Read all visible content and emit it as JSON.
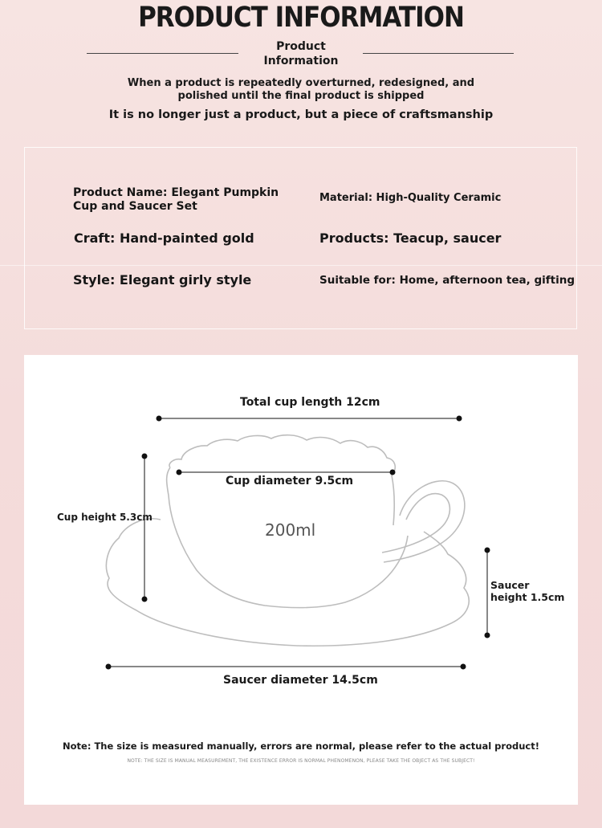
{
  "header": {
    "title": "PRODUCT INFORMATION",
    "subtitle_line1": "Product",
    "subtitle_line2": "Information",
    "intro_line1": "When a product is repeatedly overturned, redesigned, and",
    "intro_line2": "polished until the final product is shipped",
    "tagline": "It is no longer just a product, but a piece of craftsmanship"
  },
  "specs": {
    "name_line1": "Product Name: Elegant Pumpkin",
    "name_line2": "Cup and Saucer Set",
    "material": "Material: High-Quality Ceramic",
    "craft": "Craft: Hand-painted gold",
    "products": "Products: Teacup, saucer",
    "style": "Style: Elegant girly style",
    "suitable": "Suitable for: Home, afternoon tea, gifting"
  },
  "dimensions": {
    "total_length": "Total cup length 12cm",
    "cup_diameter": "Cup diameter 9.5cm",
    "cup_height": "Cup height 5.3cm",
    "capacity": "200ml",
    "saucer_height_line1": "Saucer",
    "saucer_height_line2": "height 1.5cm",
    "saucer_diameter": "Saucer diameter 14.5cm"
  },
  "notes": {
    "note": "Note: The size is measured manually, errors are normal, please refer to the actual product!",
    "note_small": "NOTE: THE SIZE IS MANUAL MEASUREMENT, THE EXISTENCE ERROR IS NORMAL PHENOMENON, PLEASE TAKE THE OBJECT AS THE SUBJECT!"
  },
  "colors": {
    "background": "#f4dcdb",
    "panel": "#ffffff",
    "text": "#1a1a1a",
    "outline": "#bdbdbd"
  }
}
